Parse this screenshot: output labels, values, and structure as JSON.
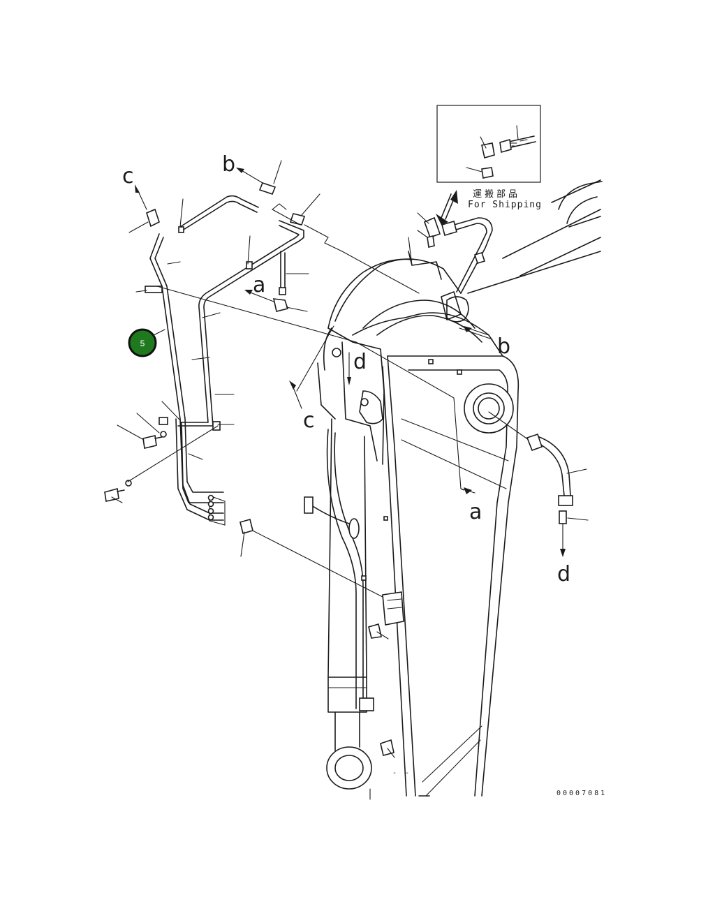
{
  "diagram": {
    "ref_labels": {
      "a_top": "a",
      "a_bottom": "a",
      "b_top": "b",
      "b_right": "b",
      "c_top": "c",
      "c_mid": "c",
      "d_mid": "d",
      "d_right": "d"
    },
    "inset": {
      "japanese_label": "運搬部品",
      "english_label": "For Shipping"
    },
    "callout": {
      "number": "5",
      "color": "#1f7a1f"
    },
    "drawing_code": "00007081",
    "dash_mark": "- -"
  }
}
